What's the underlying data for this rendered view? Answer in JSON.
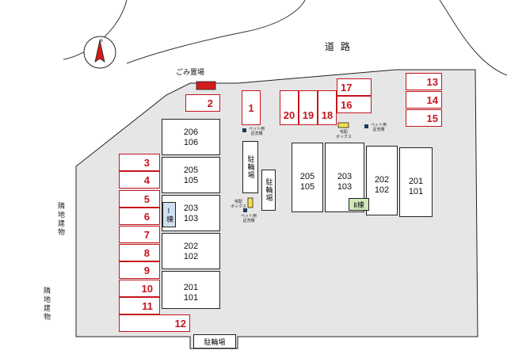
{
  "road_label": "道 路",
  "compass_label": "N",
  "garbage_label": "ごみ置場",
  "neighbor_labels": [
    "隣地建物",
    "隣地建物"
  ],
  "parking_slots": [
    {
      "id": "p1",
      "label": "1"
    },
    {
      "id": "p2",
      "label": "2"
    },
    {
      "id": "p3",
      "label": "3"
    },
    {
      "id": "p4",
      "label": "4"
    },
    {
      "id": "p5",
      "label": "5"
    },
    {
      "id": "p6",
      "label": "6"
    },
    {
      "id": "p7",
      "label": "7"
    },
    {
      "id": "p8",
      "label": "8"
    },
    {
      "id": "p9",
      "label": "9"
    },
    {
      "id": "p10",
      "label": "10"
    },
    {
      "id": "p11",
      "label": "11"
    },
    {
      "id": "p12",
      "label": "12"
    },
    {
      "id": "p13",
      "label": "13"
    },
    {
      "id": "p14",
      "label": "14"
    },
    {
      "id": "p15",
      "label": "15"
    },
    {
      "id": "p16",
      "label": "16"
    },
    {
      "id": "p17",
      "label": "17"
    },
    {
      "id": "p18",
      "label": "18"
    },
    {
      "id": "p19",
      "label": "19"
    },
    {
      "id": "p20",
      "label": "20"
    }
  ],
  "building_1": {
    "label": "Ⅰ棟",
    "units": [
      {
        "upper": "206",
        "lower": "106"
      },
      {
        "upper": "205",
        "lower": "105"
      },
      {
        "upper": "203",
        "lower": "103"
      },
      {
        "upper": "202",
        "lower": "102"
      },
      {
        "upper": "201",
        "lower": "101"
      }
    ]
  },
  "building_2": {
    "label": "Ⅱ棟",
    "units": [
      {
        "upper": "205",
        "lower": "105"
      },
      {
        "upper": "203",
        "lower": "103"
      },
      {
        "upper": "202",
        "lower": "102"
      },
      {
        "upper": "201",
        "lower": "101"
      }
    ]
  },
  "bike_parking_label": "駐輪場",
  "pet_area_label": "ペット用\n足洗場",
  "delivery_box_label": "宅配\nボックス",
  "colors": {
    "lot_fill": "#e6e6e6",
    "parking_red": "#c8141e",
    "garbage_red": "#d41a1a",
    "delivery_yellow": "#f5e04a",
    "pet_navy": "#1e3a5f",
    "building2_label_green": "#cfe8b8",
    "building1_label_blue": "#cfe0f0"
  }
}
